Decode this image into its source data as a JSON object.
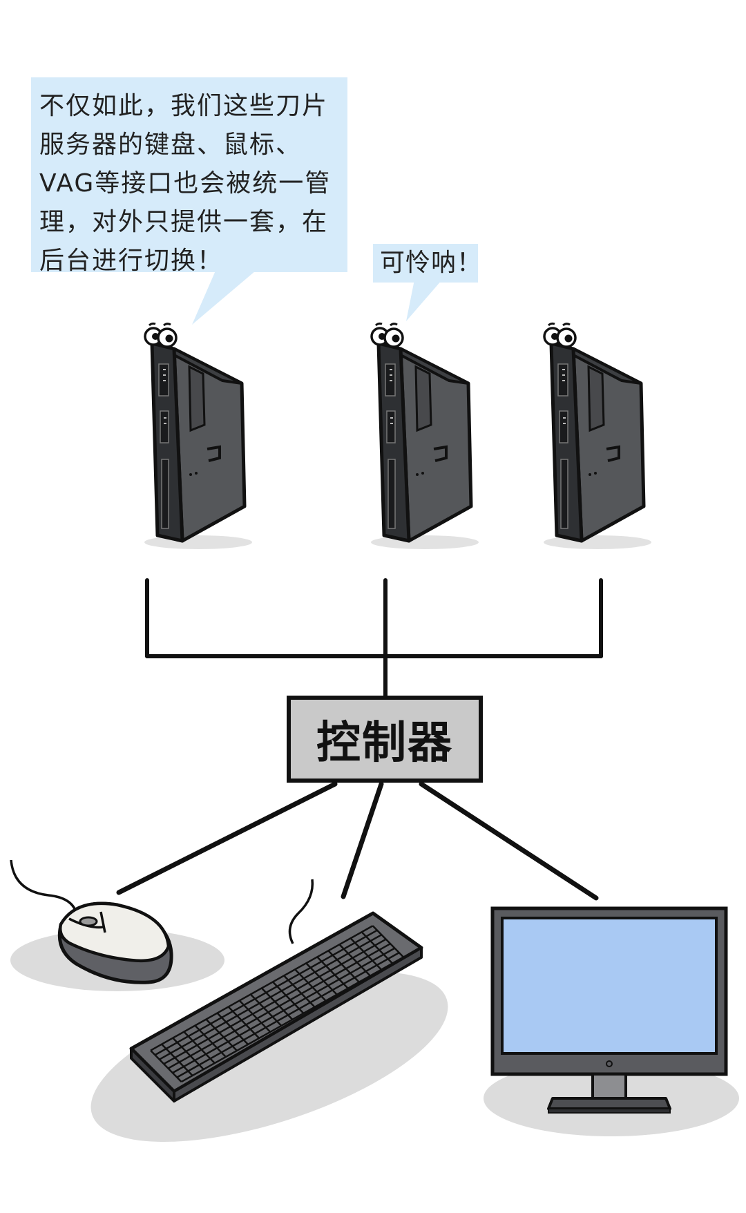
{
  "speech_bubbles": {
    "main": {
      "lines": [
        "不仅如此，我们这些刀片",
        "服务器的键盘、鼠标、",
        "VAG等接口也会被统一管",
        "理，对外只提供一套，在",
        "后台进行切换！"
      ]
    },
    "small": {
      "text": "可怜呐！"
    }
  },
  "controller": {
    "label": "控制器"
  },
  "colors": {
    "bubble_fill": "#d6ebfa",
    "server_body": "#55575a",
    "server_front": "#2e3033",
    "controller_fill": "#c9c9c9",
    "screen_fill": "#a9c9f3",
    "shadow": "#dcdcdc",
    "line": "#111111"
  },
  "icons": [
    "blade-server-icon",
    "mouse-icon",
    "keyboard-icon",
    "monitor-icon"
  ]
}
